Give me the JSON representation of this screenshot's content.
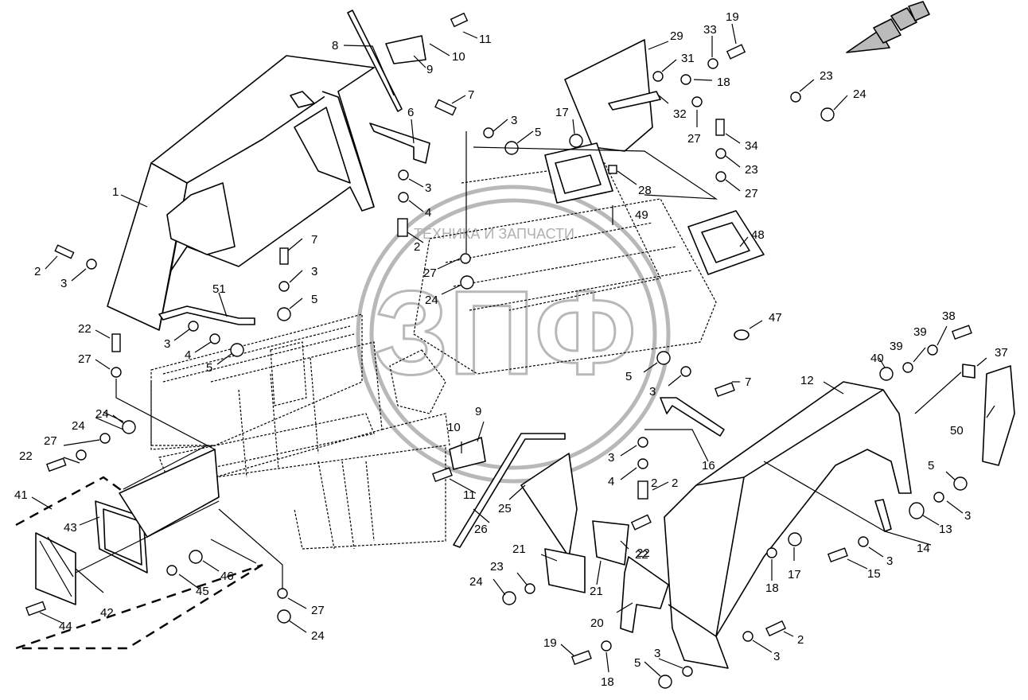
{
  "watermark": {
    "text": "ТЕХНИКА И ЗАПЧАСТИ",
    "logo": "ЗПФ"
  },
  "callouts": [
    {
      "n": "1"
    },
    {
      "n": "2"
    },
    {
      "n": "3"
    },
    {
      "n": "2"
    },
    {
      "n": "3"
    },
    {
      "n": "4"
    },
    {
      "n": "5"
    },
    {
      "n": "6"
    },
    {
      "n": "7"
    },
    {
      "n": "3"
    },
    {
      "n": "5"
    },
    {
      "n": "8"
    },
    {
      "n": "9"
    },
    {
      "n": "10"
    },
    {
      "n": "11"
    },
    {
      "n": "3"
    },
    {
      "n": "4"
    },
    {
      "n": "2"
    },
    {
      "n": "7"
    },
    {
      "n": "3"
    },
    {
      "n": "5"
    },
    {
      "n": "51"
    },
    {
      "n": "22"
    },
    {
      "n": "27"
    },
    {
      "n": "27"
    },
    {
      "n": "24"
    },
    {
      "n": "24"
    },
    {
      "n": "29"
    },
    {
      "n": "31"
    },
    {
      "n": "33"
    },
    {
      "n": "19"
    },
    {
      "n": "18"
    },
    {
      "n": "23"
    },
    {
      "n": "24"
    },
    {
      "n": "17"
    },
    {
      "n": "32"
    },
    {
      "n": "27"
    },
    {
      "n": "34"
    },
    {
      "n": "23"
    },
    {
      "n": "27"
    },
    {
      "n": "28"
    },
    {
      "n": "49"
    },
    {
      "n": "48"
    },
    {
      "n": "47"
    },
    {
      "n": "5"
    },
    {
      "n": "3"
    },
    {
      "n": "7"
    },
    {
      "n": "12"
    },
    {
      "n": "38"
    },
    {
      "n": "39"
    },
    {
      "n": "39"
    },
    {
      "n": "40"
    },
    {
      "n": "37"
    },
    {
      "n": "50"
    },
    {
      "n": "16"
    },
    {
      "n": "3"
    },
    {
      "n": "4"
    },
    {
      "n": "2"
    },
    {
      "n": "10"
    },
    {
      "n": "9"
    },
    {
      "n": "11"
    },
    {
      "n": "25"
    },
    {
      "n": "26"
    },
    {
      "n": "5"
    },
    {
      "n": "3"
    },
    {
      "n": "13"
    },
    {
      "n": "14"
    },
    {
      "n": "3"
    },
    {
      "n": "15"
    },
    {
      "n": "22"
    },
    {
      "n": "27"
    },
    {
      "n": "22"
    },
    {
      "n": "24"
    },
    {
      "n": "41"
    },
    {
      "n": "43"
    },
    {
      "n": "42"
    },
    {
      "n": "44"
    },
    {
      "n": "46"
    },
    {
      "n": "45"
    },
    {
      "n": "27"
    },
    {
      "n": "24"
    },
    {
      "n": "21"
    },
    {
      "n": "22"
    },
    {
      "n": "21"
    },
    {
      "n": "23"
    },
    {
      "n": "24"
    },
    {
      "n": "20"
    },
    {
      "n": "17"
    },
    {
      "n": "18"
    },
    {
      "n": "2"
    },
    {
      "n": "3"
    },
    {
      "n": "19"
    },
    {
      "n": "18"
    },
    {
      "n": "5"
    },
    {
      "n": "3"
    }
  ]
}
